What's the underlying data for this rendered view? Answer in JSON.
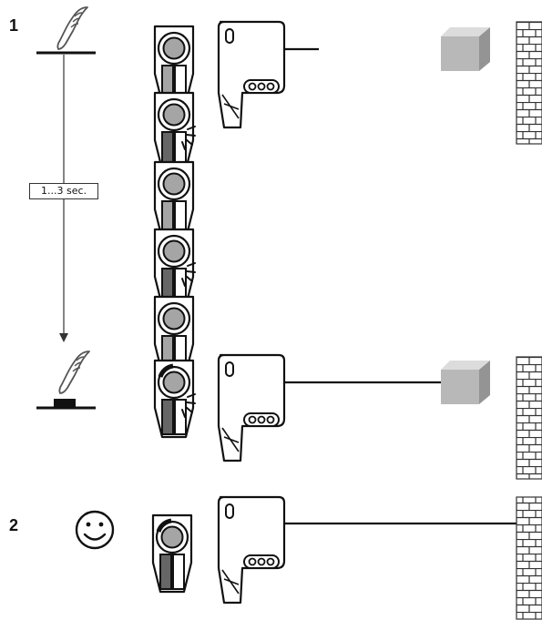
{
  "steps": [
    {
      "number": "1"
    },
    {
      "number": "2"
    }
  ],
  "duration_label": "1...3 sec.",
  "colors": {
    "stroke": "#111111",
    "lens_gray": "#a5a5a5",
    "cube_front": "#b8b8b8",
    "cube_top": "#dcdcdc",
    "cube_side": "#949494",
    "brick_fill": "#ffffff"
  },
  "icons": [
    "finger-press-icon",
    "push-button-icon",
    "time-arrow-icon",
    "smiley-icon",
    "sensor-status-icon",
    "sensor-body-icon",
    "light-beam",
    "cube-object",
    "brick-wall"
  ]
}
